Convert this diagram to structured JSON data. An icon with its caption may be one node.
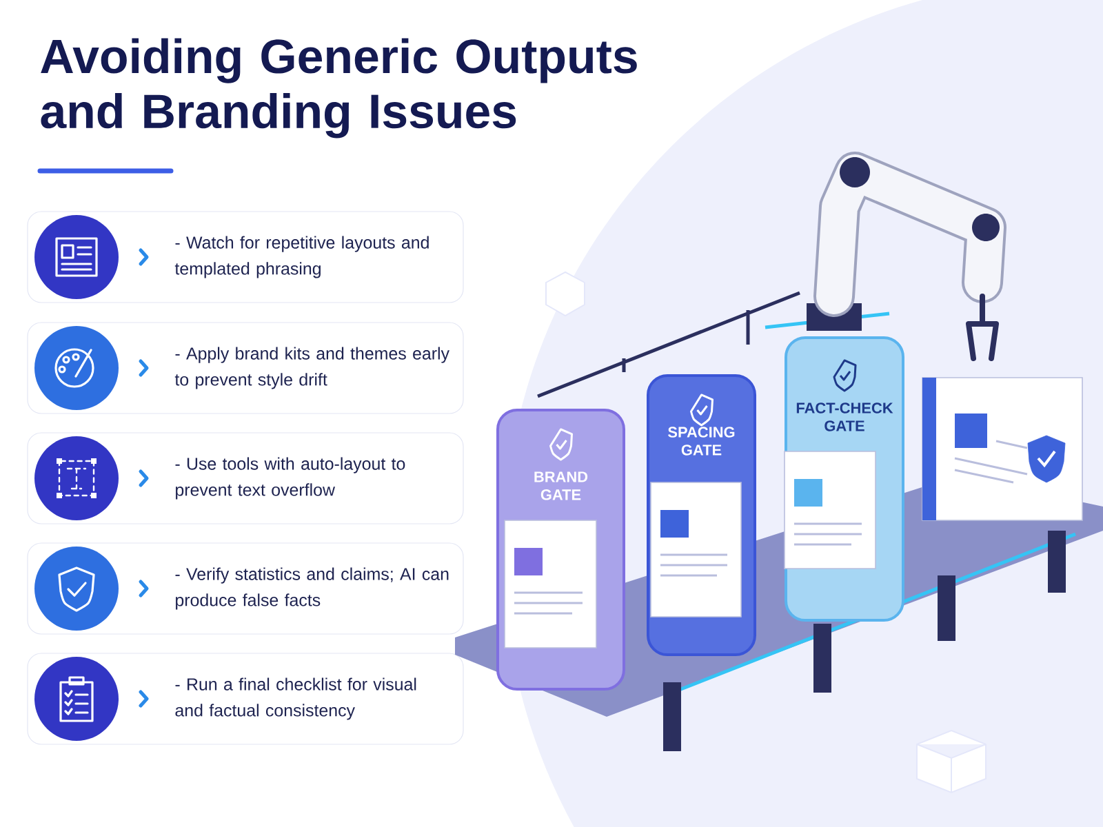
{
  "diagram": {
    "title": "Avoiding Generic Outputs and Branding Issues",
    "nodes": [
      {
        "text": [
          "- Watch for repetitive layouts and templated phrasing"
        ]
      },
      {
        "text": [
          "- Apply brand kits and themes early to prevent style drift"
        ]
      },
      {
        "text": [
          "- Use tools with auto-layout to prevent text overflow"
        ]
      },
      {
        "text": [
          "- Verify statistics and claims; AI can produce false facts"
        ]
      },
      {
        "text": [
          "- Run a final checklist for visual and factual consistency"
        ]
      },
      {
        "text": [
          "BRAND GATE"
        ]
      },
      {
        "text": [
          "SPACING GATE"
        ]
      },
      {
        "text": [
          "FACT-CHECK GATE"
        ]
      }
    ]
  }
}
